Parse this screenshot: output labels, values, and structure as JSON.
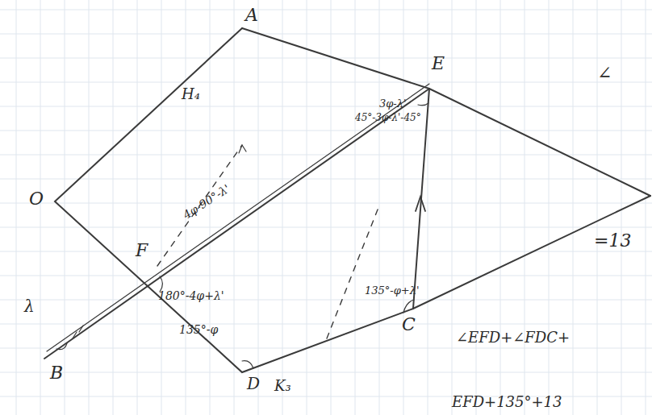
{
  "diagram": {
    "labels": [
      "A",
      "E",
      "O",
      "F",
      "B",
      "D",
      "C",
      "H₄",
      "K₃",
      "λ",
      "3φ-λ'",
      "45°-3φ-λ'-45°",
      "4φ-90°-λ'",
      "180°-4φ+λ'",
      "135°-φ",
      "135°-φ+λ'",
      "∠",
      "=13",
      "∠EFD+∠FDC+",
      "EFD+135°+13"
    ]
  }
}
